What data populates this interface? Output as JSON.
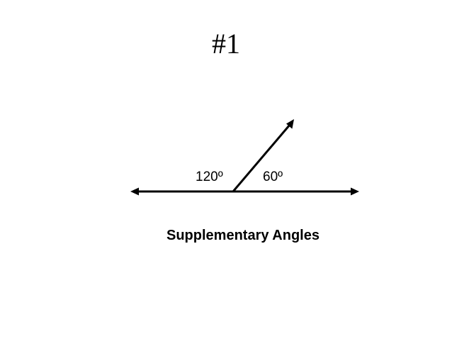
{
  "slide": {
    "title": "#1",
    "caption": "Supplementary Angles"
  },
  "angles": {
    "left_label": "120º",
    "right_label": "60º"
  }
}
